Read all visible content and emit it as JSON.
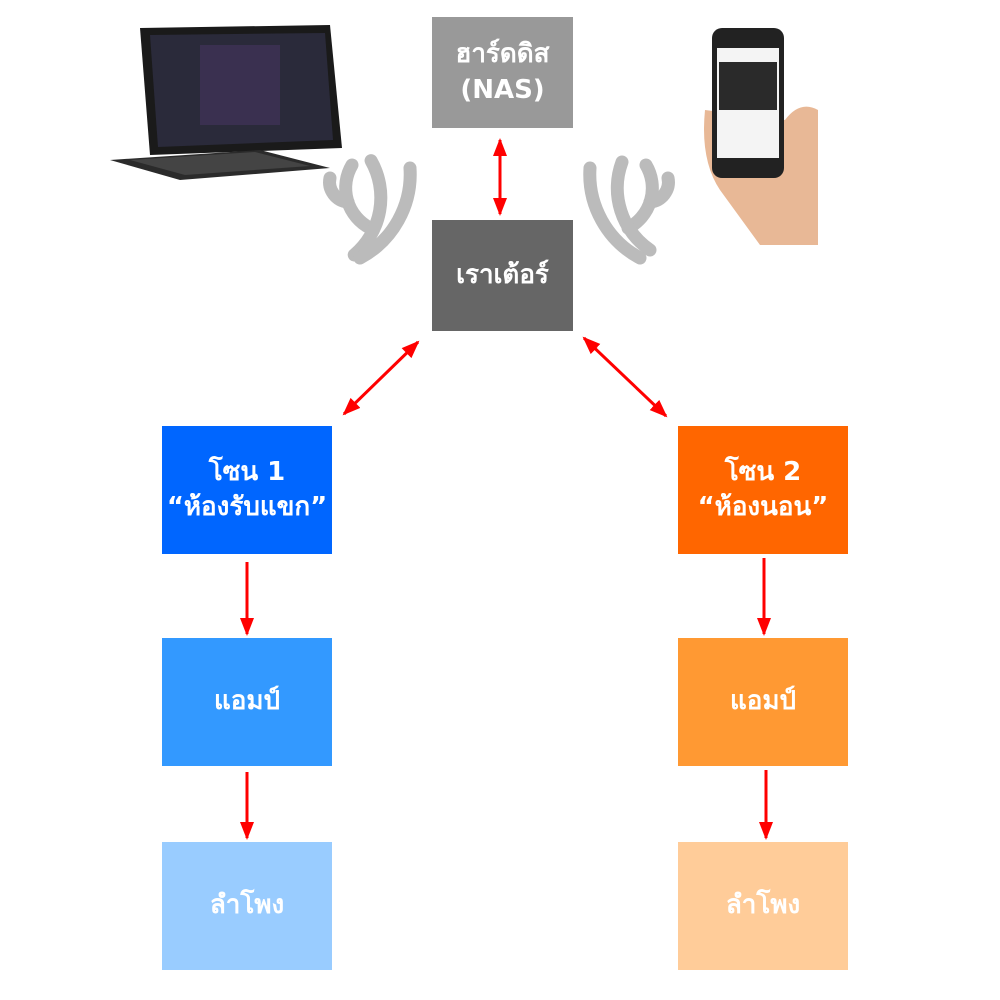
{
  "nas": {
    "line1": "ฮาร์ดดิส",
    "line2": "(NAS)",
    "color": "#999999"
  },
  "router": {
    "label": "เราเต้อร์",
    "color": "#666666"
  },
  "zone1": {
    "line1": "โซน 1",
    "line2": "“ห้องรับแขก”",
    "color": "#0066ff",
    "amp": "แอมป์",
    "amp_color": "#3399ff",
    "speaker": "ลำโพง",
    "speaker_color": "#99ccff"
  },
  "zone2": {
    "line1": "โซน 2",
    "line2": "“ห้องนอน”",
    "color": "#ff6600",
    "amp": "แอมป์",
    "amp_color": "#ff9933",
    "speaker": "ลำโพง",
    "speaker_color": "#ffcc99"
  },
  "arrow_color": "#ff0000",
  "icons": [
    "tablet-icon",
    "phone-icon",
    "wifi-icon"
  ]
}
